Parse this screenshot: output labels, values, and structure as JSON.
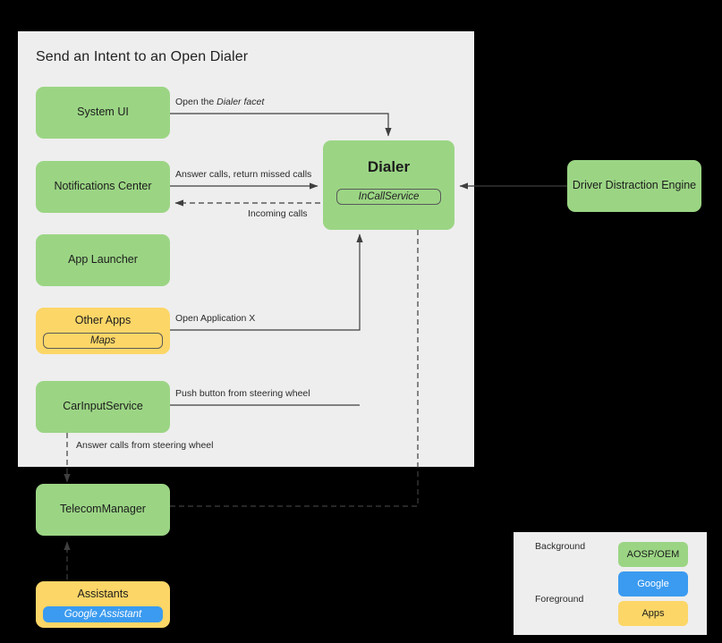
{
  "diagram": {
    "title": "Send an Intent to an Open Dialer",
    "canvas_bg": "#000000",
    "panel_bg": "#eeeeee",
    "colors": {
      "aosp_oem": "#9bd584",
      "google": "#3b9bf0",
      "apps": "#fcd667",
      "line": "#3f3f3f"
    }
  },
  "nodes": {
    "system_ui": {
      "label": "System UI",
      "type": "aosp_oem"
    },
    "notifications_center": {
      "label": "Notifications Center",
      "type": "aosp_oem"
    },
    "app_launcher": {
      "label": "App Launcher",
      "type": "aosp_oem"
    },
    "other_apps": {
      "label": "Other Apps",
      "type": "apps",
      "sub": "Maps"
    },
    "car_input_service": {
      "label": "CarInputService",
      "type": "aosp_oem"
    },
    "dialer": {
      "label": "Dialer",
      "type": "aosp_oem",
      "sub": "InCallService"
    },
    "driver_distraction_engine": {
      "label": "Driver Distraction Engine",
      "type": "aosp_oem"
    },
    "telecom_manager": {
      "label": "TelecomManager",
      "type": "aosp_oem"
    },
    "assistants": {
      "label": "Assistants",
      "type": "apps",
      "sub": "Google Assistant"
    }
  },
  "edges": [
    {
      "id": "open-dialer-facet",
      "from": "system_ui",
      "to": "dialer",
      "label_plain": "Open the ",
      "label_italic": "Dialer facet",
      "style": "foreground"
    },
    {
      "id": "answer-calls",
      "from": "notifications_center",
      "to": "dialer",
      "label": "Answer calls, return missed calls",
      "style": "foreground"
    },
    {
      "id": "incoming-calls",
      "from": "dialer",
      "to": "notifications_center",
      "label": "Incoming calls",
      "style": "background"
    },
    {
      "id": "open-application-x",
      "from": "other_apps",
      "to": "dialer",
      "label": "Open Application X",
      "style": "foreground"
    },
    {
      "id": "push-button-steering-wheel",
      "from": "car_input_service",
      "to": "dialer",
      "label": "Push button from steering wheel",
      "style": "foreground"
    },
    {
      "id": "answer-calls-steering-wheel",
      "from": "car_input_service",
      "to": "telecom_manager",
      "label": "Answer calls from steering wheel",
      "style": "background"
    },
    {
      "id": "distraction-to-dialer",
      "from": "driver_distraction_engine",
      "to": "dialer",
      "label": "",
      "style": "foreground"
    },
    {
      "id": "telecom-to-incallservice",
      "from": "telecom_manager",
      "to": "dialer",
      "label": "",
      "style": "background"
    },
    {
      "id": "assistants-to-telecom",
      "from": "assistants",
      "to": "telecom_manager",
      "label": "",
      "style": "background"
    }
  ],
  "legend": {
    "background_label": "Background",
    "foreground_label": "Foreground",
    "chips": [
      {
        "label": "AOSP/OEM",
        "type": "aosp_oem"
      },
      {
        "label": "Google",
        "type": "google"
      },
      {
        "label": "Apps",
        "type": "apps"
      }
    ]
  }
}
